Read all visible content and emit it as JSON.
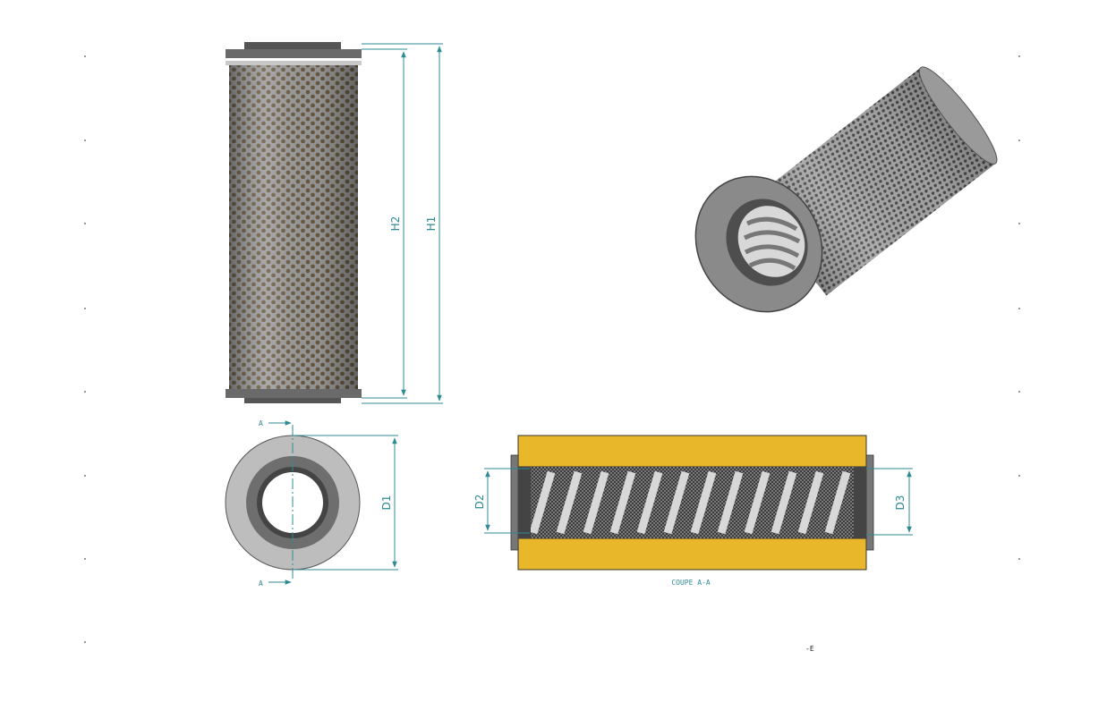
{
  "labels": {
    "h1": "H1",
    "h2": "H2",
    "d1": "D1",
    "d2": "D2",
    "d3": "D3",
    "section_top": "A",
    "section_bottom": "A",
    "section_caption": "COUPE A-A",
    "corner_mark": "-E"
  },
  "colors": {
    "dimension": "#2e8a93",
    "seal_yellow": "#e9b72a",
    "metal": "#8a8a8a",
    "cap_dark": "#555555"
  }
}
